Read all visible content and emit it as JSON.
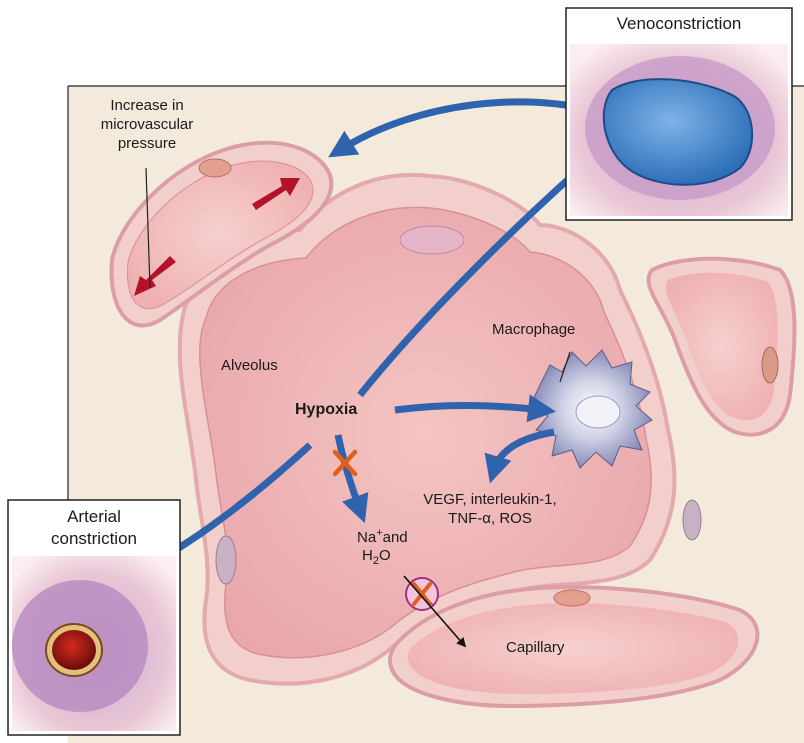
{
  "labels": {
    "venoconstriction": "Venoconstriction",
    "microvascular_1": "Increase in",
    "microvascular_2": "microvascular",
    "microvascular_3": "pressure",
    "alveolus": "Alveolus",
    "hypoxia": "Hypoxia",
    "macrophage": "Macrophage",
    "mediators_1": "VEGF, interleukin-1,",
    "mediators_2": "TNF-α, ROS",
    "na_prefix": "Na",
    "na_sup": "+",
    "na_suffix": "and",
    "h2o_h": "H",
    "h2o_sub": "2",
    "h2o_o": "O",
    "arterial_1": "Arterial",
    "arterial_2": "constriction",
    "capillary": "Capillary"
  },
  "colors": {
    "background": "#f5ecdf",
    "tissue_wall": "#f2c9c4",
    "alveolus_fill": "#eeb3b4",
    "arrow_blue": "#2f63ad",
    "arrow_red": "#b4122a",
    "block_x": "#e15f1c",
    "vein_lumen": "#3f83cc",
    "muscle_purple": "#9a7ab8"
  }
}
